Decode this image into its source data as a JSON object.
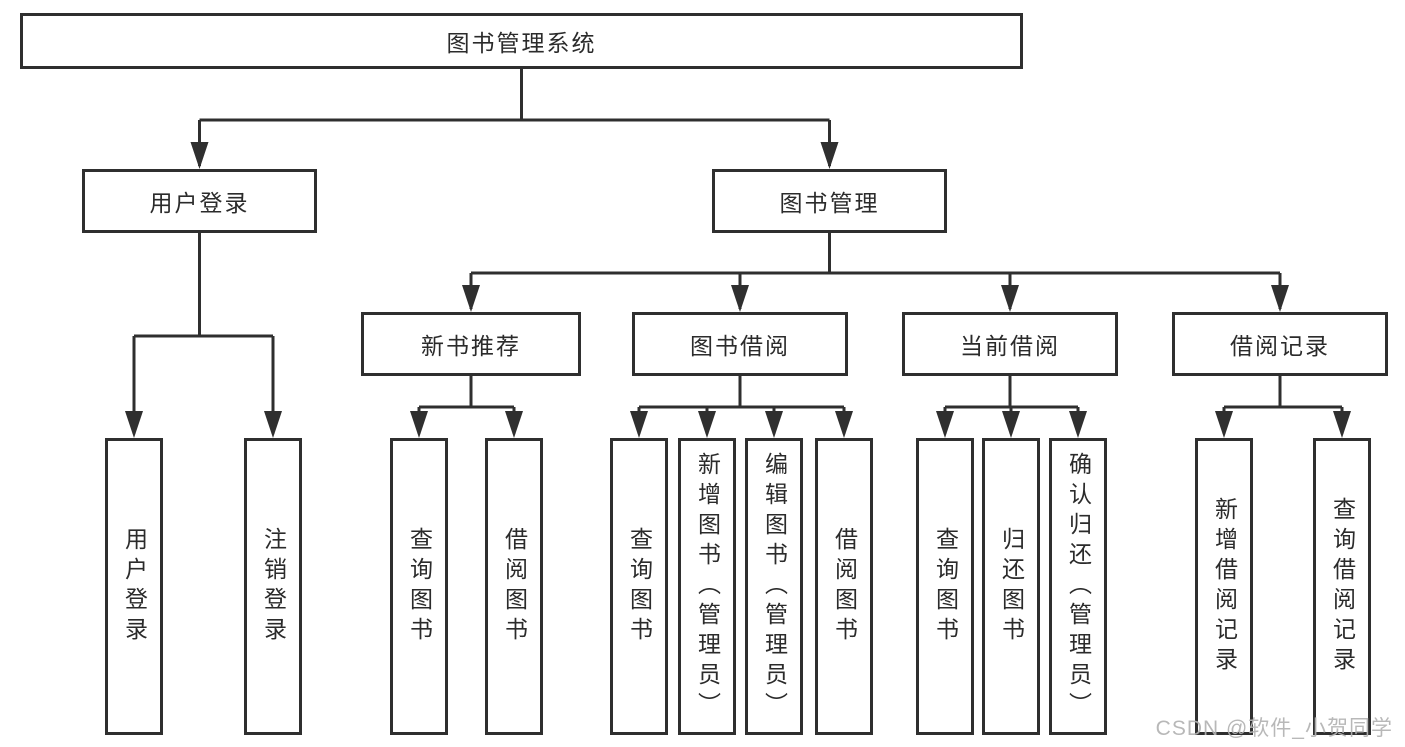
{
  "diagram_title": "图书管理系统",
  "tree": {
    "label": "图书管理系统",
    "children": [
      {
        "label": "用户登录",
        "children": [
          {
            "label": "用户登录"
          },
          {
            "label": "注销登录"
          }
        ]
      },
      {
        "label": "图书管理",
        "children": [
          {
            "label": "新书推荐",
            "children": [
              {
                "label": "查询图书"
              },
              {
                "label": "借阅图书"
              }
            ]
          },
          {
            "label": "图书借阅",
            "children": [
              {
                "label": "查询图书"
              },
              {
                "label": "新增图书（管理员）"
              },
              {
                "label": "编辑图书（管理员）"
              },
              {
                "label": "借阅图书"
              }
            ]
          },
          {
            "label": "当前借阅",
            "children": [
              {
                "label": "查询图书"
              },
              {
                "label": "归还图书"
              },
              {
                "label": "确认归还（管理员）"
              }
            ]
          },
          {
            "label": "借阅记录",
            "children": [
              {
                "label": "新增借阅记录"
              },
              {
                "label": "查询借阅记录"
              }
            ]
          }
        ]
      }
    ]
  },
  "watermark": "CSDN @软件_小贺同学",
  "colors": {
    "line": "#2f2f2f",
    "text": "#2b2b2b",
    "background": "#ffffff",
    "watermark": "#b3b3b3"
  }
}
